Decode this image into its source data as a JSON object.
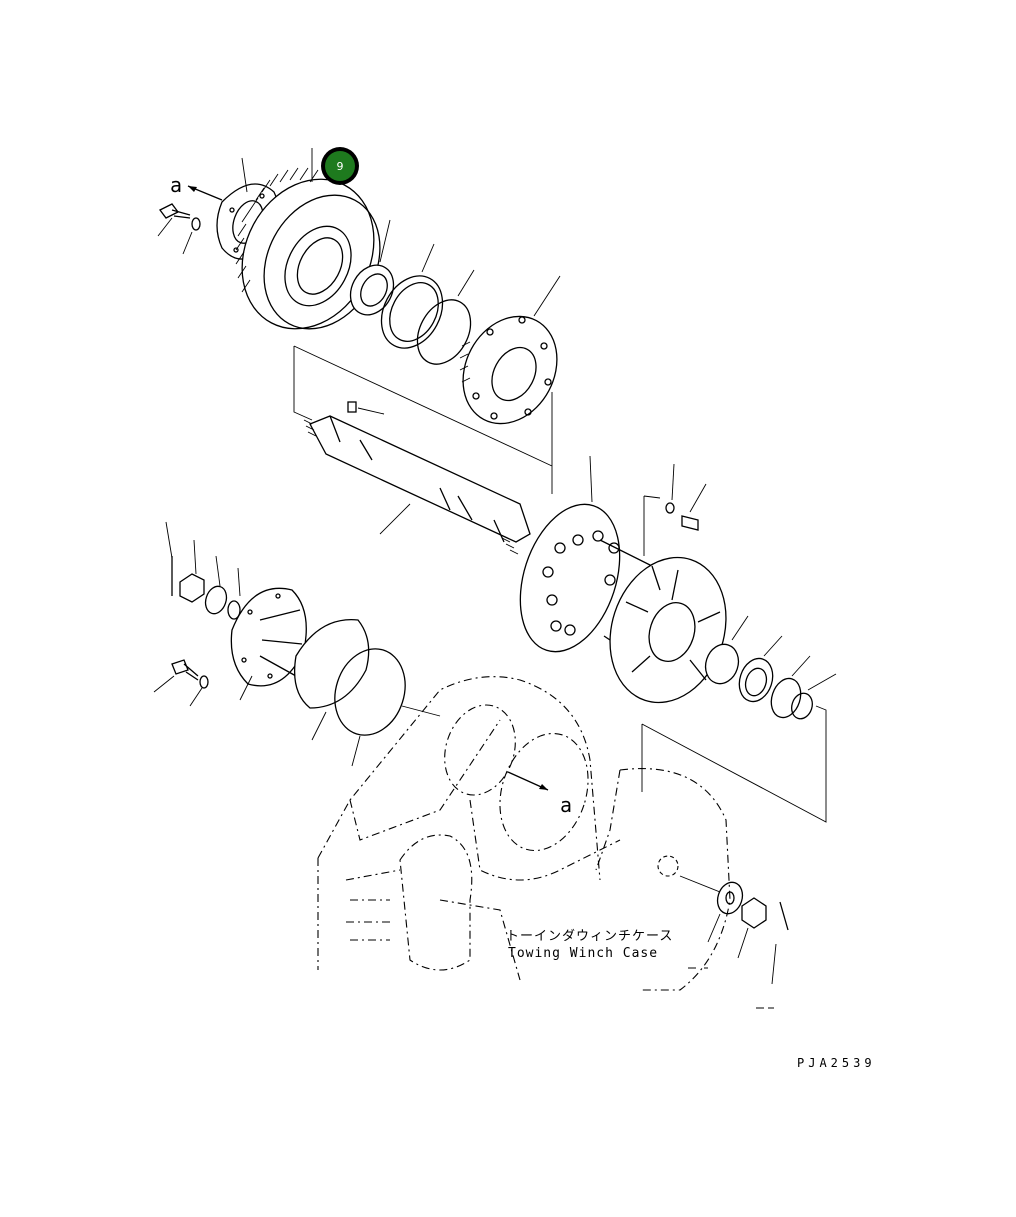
{
  "callout": {
    "number": "9",
    "color": "#1e7a1e"
  },
  "reference_letter": "a",
  "case_label_jp": "トーインダウィンチケース",
  "case_label_en": "Towing Winch Case",
  "drawing_code": "PJA2539"
}
